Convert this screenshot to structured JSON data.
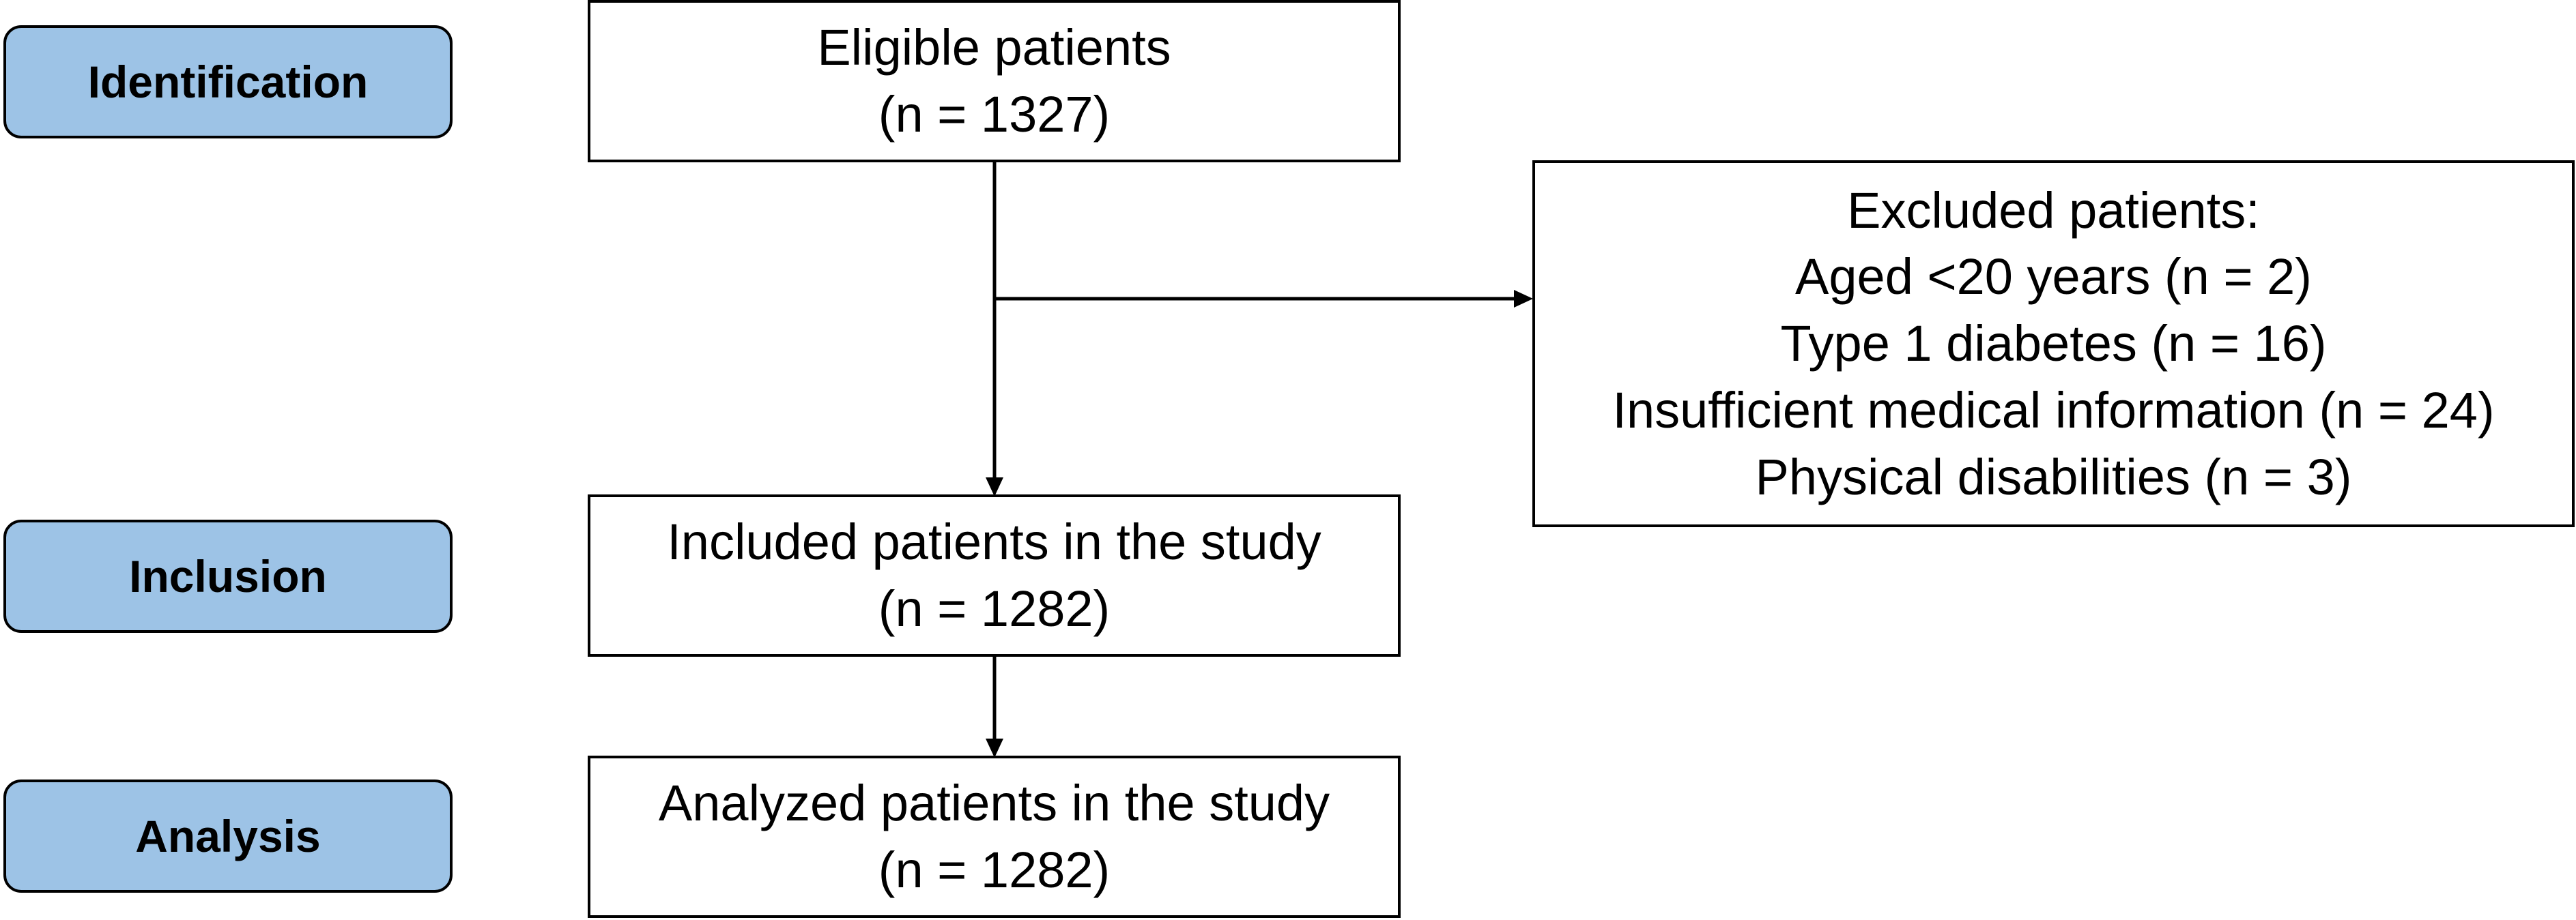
{
  "stages": {
    "identification": "Identification",
    "inclusion": "Inclusion",
    "analysis": "Analysis"
  },
  "boxes": {
    "eligible": {
      "title": "Eligible patients",
      "count": "(n = 1327)"
    },
    "excluded": {
      "title": "Excluded patients:",
      "reasons": [
        "Aged <20 years (n = 2)",
        "Type 1 diabetes (n = 16)",
        "Insufficient medical information (n = 24)",
        "Physical disabilities (n = 3)"
      ]
    },
    "included": {
      "title": "Included patients in the study",
      "count": "(n = 1282)"
    },
    "analyzed": {
      "title": "Analyzed patients in the study",
      "count": "(n = 1282)"
    }
  },
  "colors": {
    "stage_fill": "#9dc3e6",
    "line": "#000000"
  }
}
